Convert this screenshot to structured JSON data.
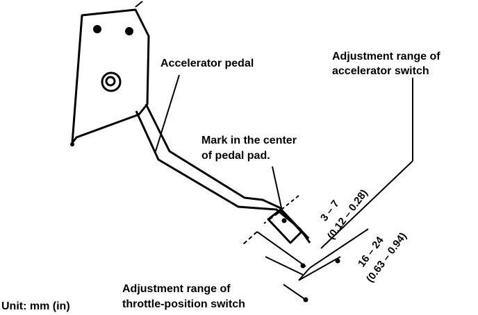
{
  "labels": {
    "accelerator_pedal": "Accelerator pedal",
    "adj_accel_line1": "Adjustment range of",
    "adj_accel_line2": "accelerator switch",
    "mark_line1": "Mark in the center",
    "mark_line2": "of pedal pad.",
    "adj_throttle_line1": "Adjustment range of",
    "adj_throttle_line2": "throttle-position switch",
    "unit": "Unit: mm (in)"
  },
  "dimensions": {
    "accel_mm": "3 – 7",
    "accel_in": "(0.12 – 0.28)",
    "throttle_mm": "16 – 24",
    "throttle_in": "(0.63 – 0.94)"
  },
  "colors": {
    "ink": "#000000",
    "background": "#ffffff"
  }
}
